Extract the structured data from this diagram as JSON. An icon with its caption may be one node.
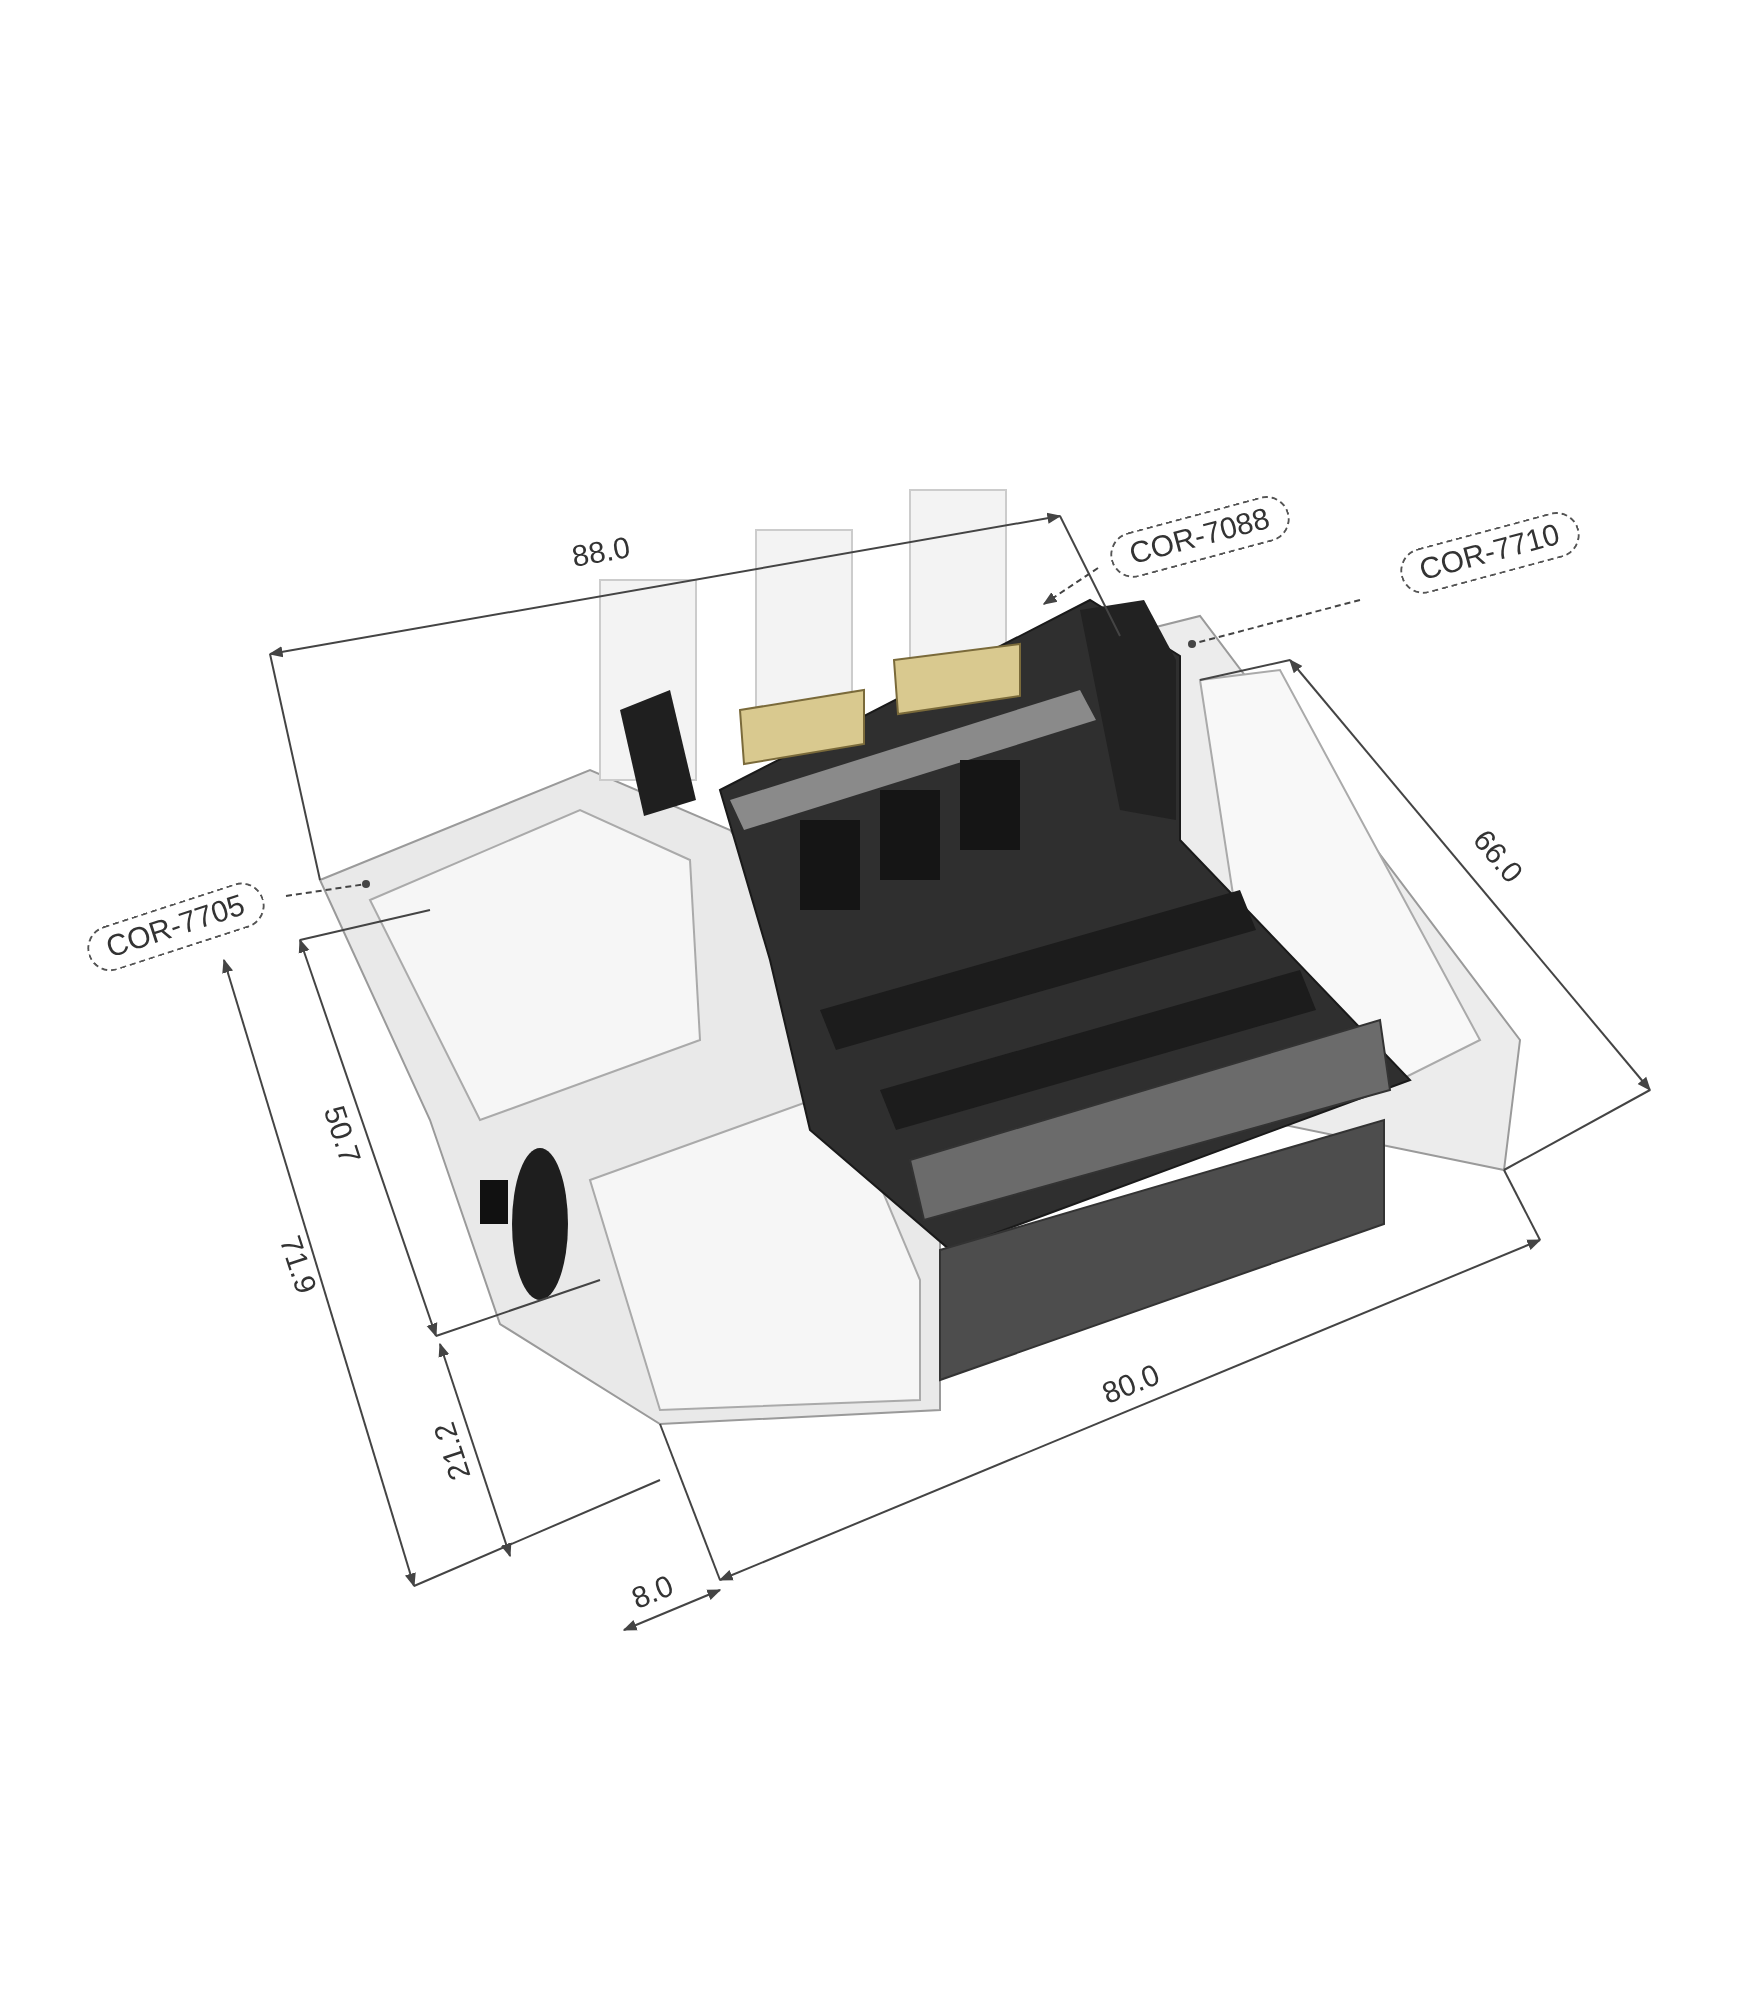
{
  "diagram": {
    "nodes": [
      {
        "text": [
          "COR-7088"
        ]
      },
      {
        "text": [
          "COR-7710"
        ]
      },
      {
        "text": [
          "COR-7705"
        ]
      }
    ],
    "edges": [
      {
        "from": 0,
        "to": null,
        "arrow": "to"
      },
      {
        "from": 1,
        "to": null,
        "arrow": "other"
      },
      {
        "from": 2,
        "to": null,
        "arrow": "other"
      }
    ],
    "labels": [
      "88.0",
      "66.0",
      "50.7",
      "71.9",
      "21.2",
      "80.0",
      "8.0"
    ]
  }
}
